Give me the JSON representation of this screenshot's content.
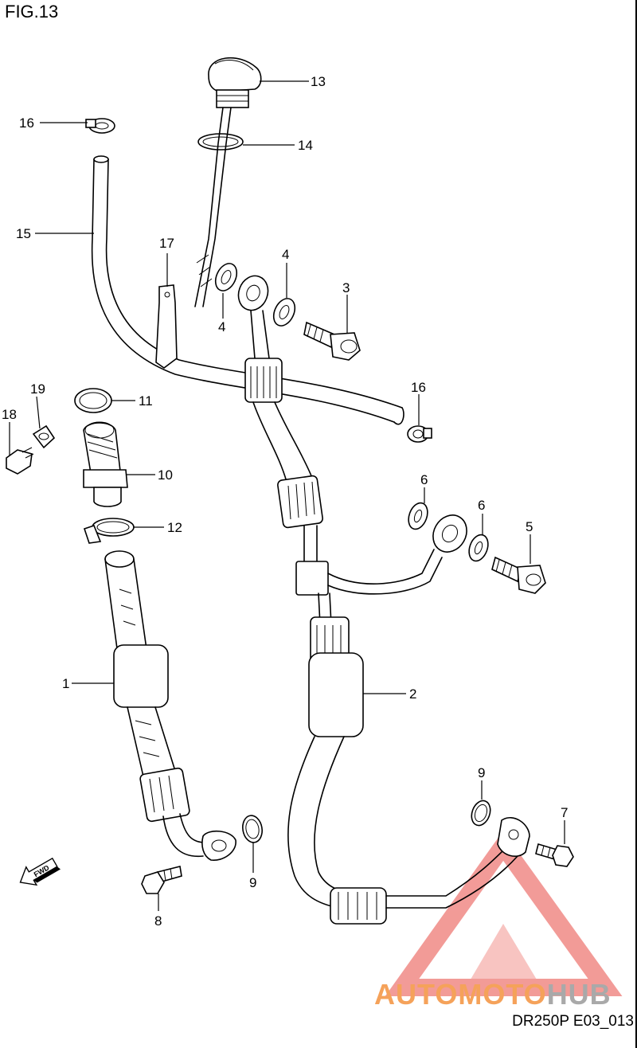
{
  "figure": {
    "title": "FIG.13",
    "code": "DR250P E03_013"
  },
  "watermark": {
    "part1": "AUTO",
    "part2": "MOTO",
    "part3": "HUB",
    "color_triangle": "#f08a86",
    "color_text_orange": "#f5a25a",
    "color_text_gray": "#a9a9a9"
  },
  "callouts": {
    "c1": "1",
    "c2": "2",
    "c3": "3",
    "c4a": "4",
    "c4b": "4",
    "c5": "5",
    "c6a": "6",
    "c6b": "6",
    "c7": "7",
    "c8": "8",
    "c9a": "9",
    "c9b": "9",
    "c10": "10",
    "c11": "11",
    "c12": "12",
    "c13": "13",
    "c14": "14",
    "c15": "15",
    "c16a": "16",
    "c16b": "16",
    "c17": "17",
    "c18": "18",
    "c19": "19"
  },
  "direction_badge": {
    "label": "FWD",
    "icon": "forward-arrow-icon"
  }
}
